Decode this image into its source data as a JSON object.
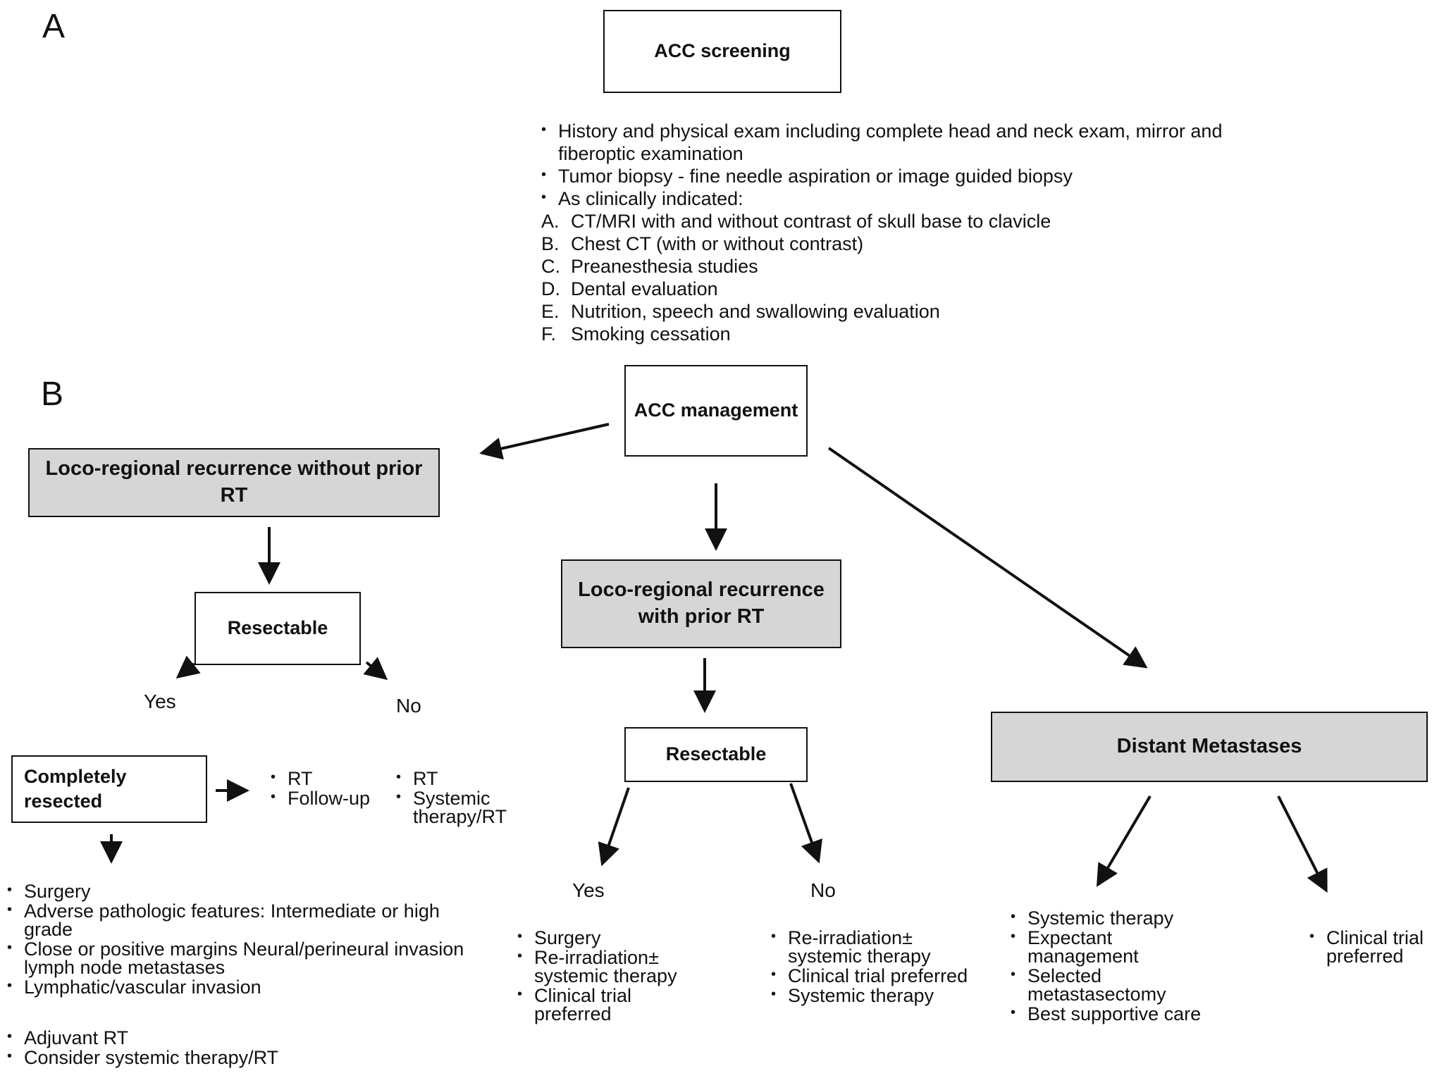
{
  "panels": {
    "a": "A",
    "b": "B"
  },
  "screening": {
    "title": "ACC screening",
    "bullets": [
      "History and physical exam including complete head and neck exam, mirror and fiberoptic examination",
      "Tumor biopsy - fine needle aspiration or image guided biopsy",
      "As clinically indicated:"
    ],
    "items": [
      {
        "marker": "A.",
        "text": "CT/MRI with and without contrast of skull base to clavicle"
      },
      {
        "marker": "B.",
        "text": "Chest CT (with or without contrast)"
      },
      {
        "marker": "C.",
        "text": "Preanesthesia studies"
      },
      {
        "marker": "D.",
        "text": "Dental evaluation"
      },
      {
        "marker": "E.",
        "text": "Nutrition, speech and swallowing evaluation"
      },
      {
        "marker": "F.",
        "text": "Smoking cessation"
      }
    ]
  },
  "management": {
    "title": "ACC management",
    "left": {
      "title": "Loco-regional recurrence without prior RT",
      "resectable": "Resectable",
      "yes": "Yes",
      "no": "No",
      "completely_resected": "Completely resected",
      "completely_bullets": [
        "RT",
        "Follow-up"
      ],
      "no_bullets": [
        "RT",
        "Systemic therapy/RT"
      ],
      "yes_bullets": [
        "Surgery",
        "Adverse pathologic features: Intermediate or high grade",
        "Close or positive margins Neural/perineural invasion lymph node metastases",
        "Lymphatic/vascular invasion"
      ],
      "adjuvant_bullets": [
        "Adjuvant RT",
        "Consider systemic therapy/RT"
      ]
    },
    "middle": {
      "title": "Loco-regional recurrence with prior RT",
      "resectable": "Resectable",
      "yes": "Yes",
      "no": "No",
      "yes_bullets": [
        "Surgery",
        "Re-irradiation± systemic therapy",
        "Clinical trial preferred"
      ],
      "no_bullets": [
        "Re-irradiation± systemic therapy",
        "Clinical trial preferred",
        "Systemic therapy"
      ]
    },
    "right": {
      "title": "Distant Metastases",
      "left_bullets": [
        "Systemic therapy",
        "Expectant management",
        "Selected metastasectomy",
        "Best supportive care"
      ],
      "right_bullets": [
        "Clinical trial preferred"
      ]
    }
  }
}
